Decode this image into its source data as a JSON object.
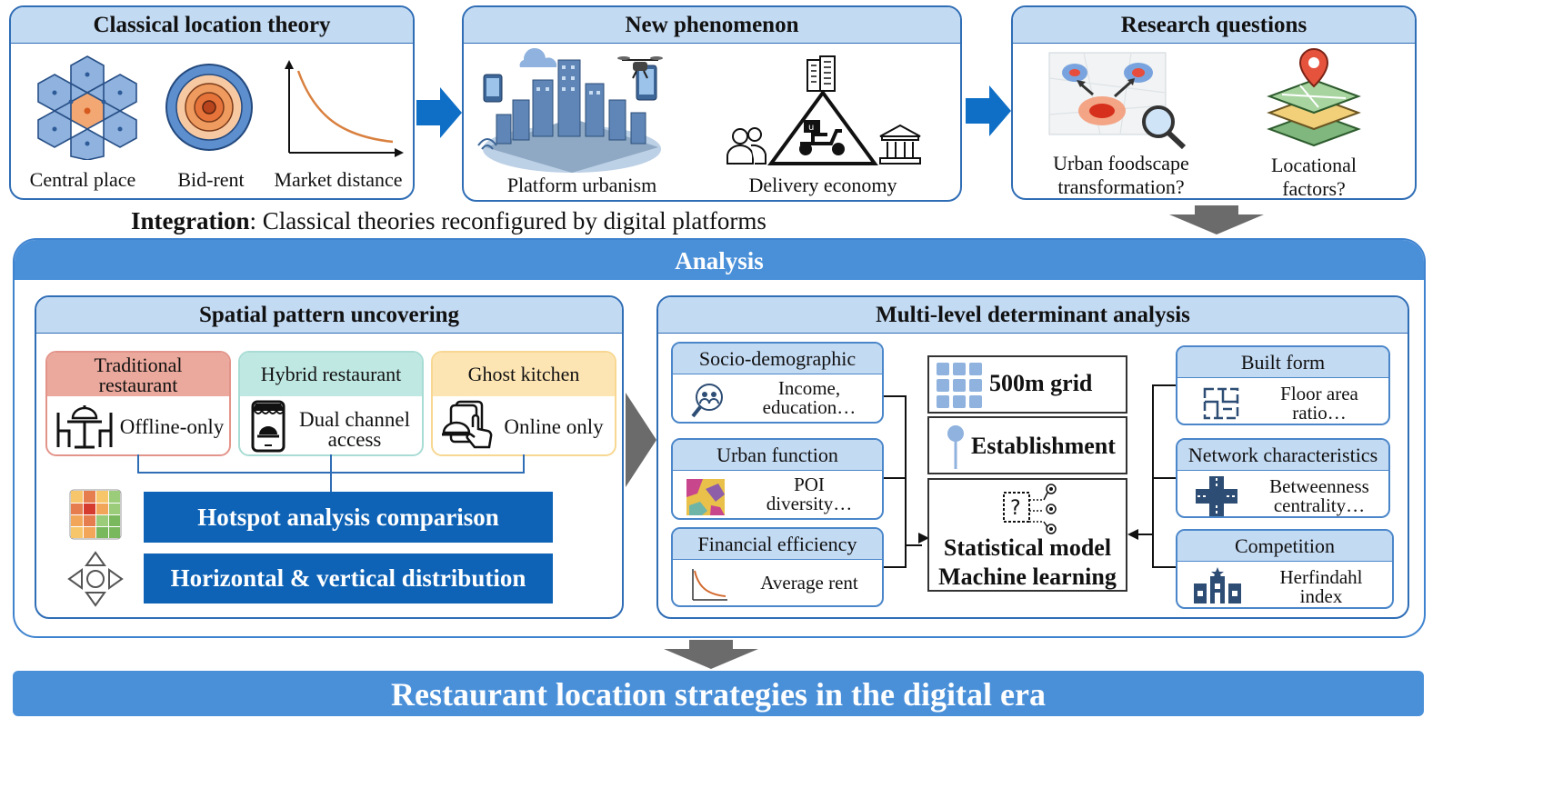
{
  "top": {
    "classical": {
      "title": "Classical location theory",
      "items": [
        "Central place",
        "Bid-rent",
        "Market distance"
      ]
    },
    "phenomenon": {
      "title": "New phenomenon",
      "items": [
        "Platform urbanism",
        "Delivery economy"
      ]
    },
    "questions": {
      "title": "Research questions",
      "items": [
        {
          "line1": "Urban foodscape",
          "line2": "transformation?"
        },
        {
          "line1": "Locational",
          "line2": "factors?"
        }
      ]
    }
  },
  "integration": {
    "bold": "Integration",
    "rest": ": Classical theories reconfigured by digital platforms"
  },
  "analysis": {
    "title": "Analysis",
    "spatial": {
      "title": "Spatial pattern uncovering",
      "types": [
        {
          "head_line1": "Traditional",
          "head_line2": "restaurant",
          "desc_line1": "Offline-only",
          "desc_line2": ""
        },
        {
          "head_line1": "Hybrid restaurant",
          "head_line2": "",
          "desc_line1": "Dual channel",
          "desc_line2": "access"
        },
        {
          "head_line1": "Ghost kitchen",
          "head_line2": "",
          "desc_line1": "Online only",
          "desc_line2": ""
        }
      ],
      "bars": [
        "Hotspot analysis comparison",
        "Horizontal & vertical distribution"
      ]
    },
    "multilevel": {
      "title": "Multi-level determinant analysis",
      "left": [
        {
          "head": "Socio-demographic",
          "line1": "Income,",
          "line2": "education…"
        },
        {
          "head": "Urban function",
          "line1": "POI",
          "line2": "diversity…"
        },
        {
          "head": "Financial efficiency",
          "line1": "Average rent",
          "line2": ""
        }
      ],
      "center": {
        "grid": "500m grid",
        "establishment": "Establishment",
        "model_line1": "Statistical model",
        "model_line2": "Machine learning"
      },
      "right": [
        {
          "head": "Built form",
          "line1": "Floor area",
          "line2": "ratio…"
        },
        {
          "head": "Network characteristics",
          "line1": "Betweenness",
          "line2": "centrality…"
        },
        {
          "head": "Competition",
          "line1": "Herfindahl",
          "line2": "index"
        }
      ]
    }
  },
  "outcome": "Restaurant location strategies in the digital era",
  "colors": {
    "border_blue": "#2f6db5",
    "head_blue": "#c3daf3",
    "bar_blue": "#0e63b6",
    "analysis_blue": "#4a90d9",
    "traditional_head": "#eba89c",
    "hybrid_head": "#bfe8e2",
    "ghost_head": "#fde5b3",
    "arrow_gray": "#666666"
  }
}
